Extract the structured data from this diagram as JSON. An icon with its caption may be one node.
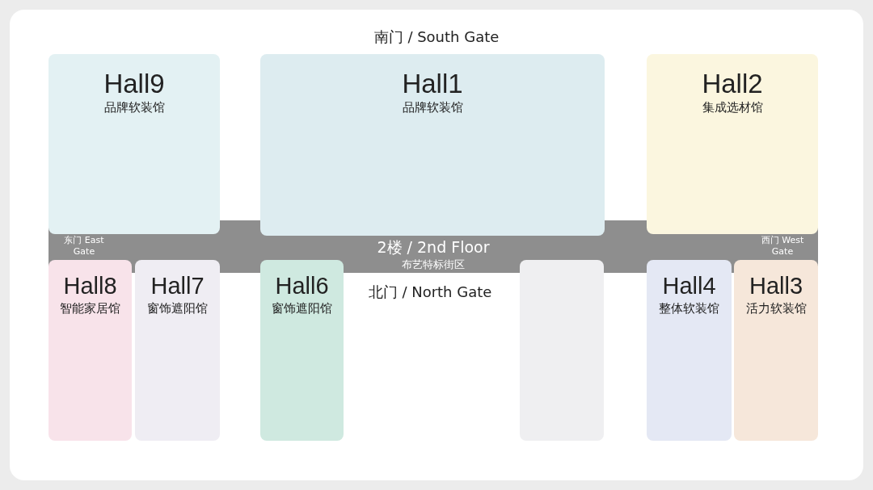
{
  "diagram": {
    "nodes": [
      {
        "text": [
          "Hall9",
          "品牌软装馆"
        ]
      },
      {
        "text": [
          "Hall1",
          "品牌软装馆"
        ]
      },
      {
        "text": [
          "Hall2",
          "集成选材馆"
        ]
      },
      {
        "text": [
          "2楼 / 2nd Floor",
          "布艺特标街区"
        ]
      },
      {
        "text": [
          "Hall8",
          "智能家居馆"
        ]
      },
      {
        "text": [
          "Hall7",
          "窗饰遮阳馆"
        ]
      },
      {
        "text": [
          "Hall6",
          "窗饰遮阳馆"
        ]
      },
      {
        "text": [],
        "shape": "box"
      },
      {
        "text": [
          "Hall4",
          "整体软装馆"
        ]
      },
      {
        "text": [
          "Hall3",
          "活力软装馆"
        ]
      }
    ],
    "edges": [],
    "labels": [
      "南门 / South Gate",
      "东门 East Gate",
      "西门 West Gate",
      "北门 / North Gate"
    ]
  }
}
